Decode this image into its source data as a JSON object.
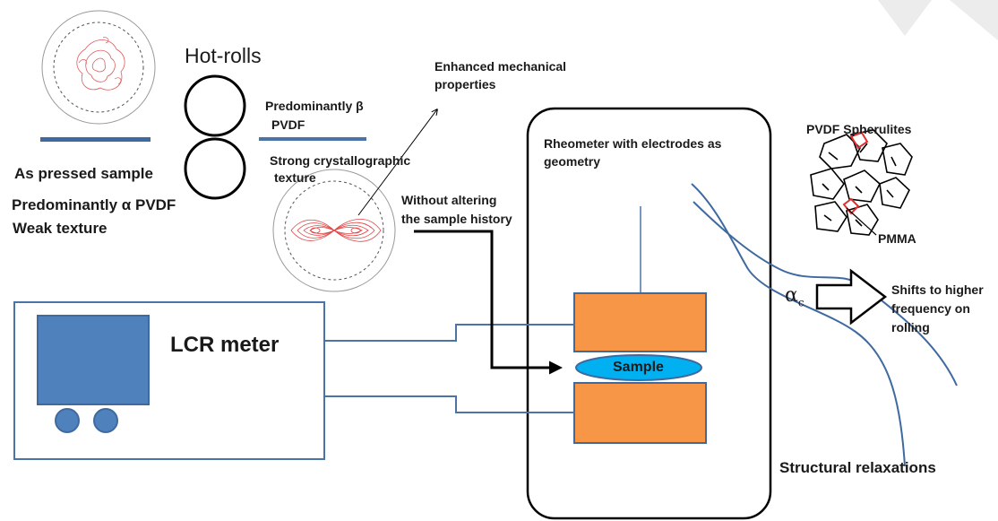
{
  "labels": {
    "hot_rolls": "Hot-rolls",
    "predominantly_beta": "Predominantly β",
    "pvdf": "PVDF",
    "strong_texture_line1": "Strong crystallographic",
    "strong_texture_line2": "texture",
    "enhanced_line1": "Enhanced mechanical",
    "enhanced_line2": "properties",
    "as_pressed": "As pressed sample",
    "predominantly_alpha": "Predominantly α PVDF",
    "weak_texture": "Weak texture",
    "without_line1": "Without altering",
    "without_line2": "the sample history",
    "rheometer_line1": "Rheometer with electrodes as",
    "rheometer_line2": "geometry",
    "pvdf_spherulites": "PVDF Spherulites",
    "pmma": "PMMA",
    "alpha_c": "α",
    "alpha_c_sub": "c",
    "shifts_line1": "Shifts to higher",
    "shifts_line2": "frequency on",
    "shifts_line3": "rolling",
    "lcr_meter": "LCR meter",
    "sample": "Sample",
    "structural_relaxations": "Structural relaxations"
  },
  "colors": {
    "steel_blue": "#4a74a8",
    "line_blue": "#5b86be",
    "orange": "#f79646",
    "cyan": "#00b0f0",
    "red_contour": "#e04848",
    "corner_gray": "#e8e8e8"
  }
}
